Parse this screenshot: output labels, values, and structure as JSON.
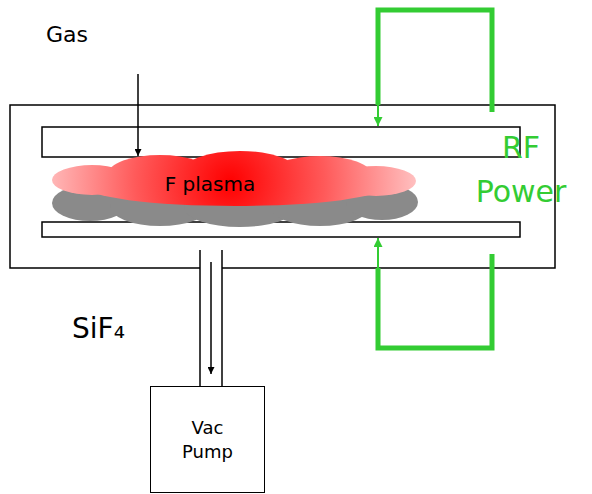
{
  "diagram": {
    "nodes": [
      {
        "text": [
          "F plasma"
        ]
      },
      {
        "text": [
          "Vac Pump"
        ]
      }
    ],
    "labels": [
      "Gas",
      "SiF₄",
      "RF Power"
    ]
  }
}
